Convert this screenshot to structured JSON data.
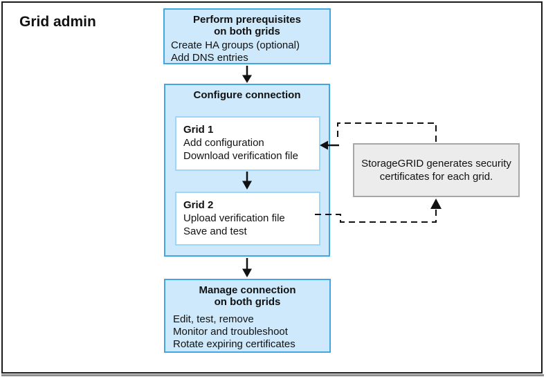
{
  "title": "Grid admin",
  "boxes": {
    "prerequisites": {
      "heading": "Perform prerequisites\non both grids",
      "items": [
        "Create HA groups (optional)",
        "Add DNS entries"
      ]
    },
    "configure": {
      "heading": "Configure connection",
      "grid1": {
        "heading": "Grid 1",
        "items": [
          "Add configuration",
          "Download verification file"
        ]
      },
      "grid2": {
        "heading": "Grid 2",
        "items": [
          "Upload verification file",
          "Save and test"
        ]
      }
    },
    "manage": {
      "heading": "Manage connection\non both grids",
      "items": [
        "Edit, test, remove",
        "Monitor and troubleshoot",
        "Rotate expiring certificates"
      ]
    },
    "note": {
      "text": "StorageGRID generates security\ncertificates for each grid."
    }
  },
  "colors": {
    "box_fill": "#cde9fb",
    "box_border": "#41a7e4",
    "inner_box_border": "#9fd5f5",
    "note_fill": "#ececec",
    "note_border": "#a6a6a6",
    "line_color": "#111111"
  }
}
